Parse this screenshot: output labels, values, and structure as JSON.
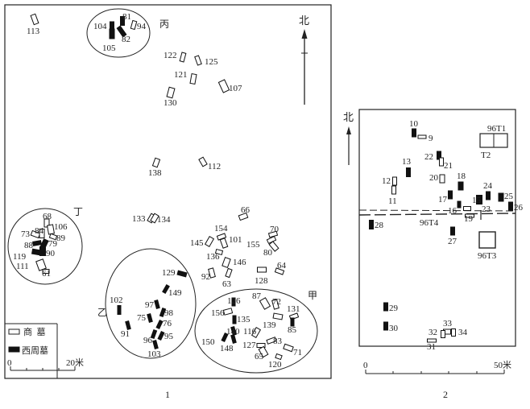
{
  "map1": {
    "caption": "1",
    "north_label": "北",
    "zones": {
      "bing": "丙",
      "ding": "丁",
      "yi": "乙",
      "jia": "甲"
    },
    "legend": {
      "shang": "商  墓",
      "zhou": "西周墓"
    },
    "scale": {
      "start": "0",
      "end": "20米"
    },
    "tombs": [
      {
        "id": "t113",
        "label": "113",
        "type": "shang"
      },
      {
        "id": "t81",
        "label": "81",
        "type": "zhou"
      },
      {
        "id": "t104",
        "label": "104",
        "type": "zhou"
      },
      {
        "id": "t94",
        "label": "94",
        "type": "shang"
      },
      {
        "id": "t82",
        "label": "82",
        "type": "zhou"
      },
      {
        "id": "t105",
        "label": "105",
        "type": "zhou"
      },
      {
        "id": "t122",
        "label": "122",
        "type": "shang"
      },
      {
        "id": "t125",
        "label": "125",
        "type": "shang"
      },
      {
        "id": "t121",
        "label": "121",
        "type": "shang"
      },
      {
        "id": "t107",
        "label": "107",
        "type": "shang"
      },
      {
        "id": "t130",
        "label": "130",
        "type": "shang"
      },
      {
        "id": "t138",
        "label": "138",
        "type": "shang"
      },
      {
        "id": "t112",
        "label": "112",
        "type": "shang"
      },
      {
        "id": "t133",
        "label": "133",
        "type": "shang"
      },
      {
        "id": "t134",
        "label": "134",
        "type": "shang"
      },
      {
        "id": "t66",
        "label": "66",
        "type": "shang"
      },
      {
        "id": "t68",
        "label": "68",
        "type": "shang"
      },
      {
        "id": "t73",
        "label": "73",
        "type": "shang"
      },
      {
        "id": "t84",
        "label": "84",
        "type": "shang"
      },
      {
        "id": "t106",
        "label": "106",
        "type": "shang"
      },
      {
        "id": "t89",
        "label": "89",
        "type": "shang"
      },
      {
        "id": "t88",
        "label": "88",
        "type": "zhou"
      },
      {
        "id": "t79",
        "label": "79",
        "type": "zhou"
      },
      {
        "id": "t119",
        "label": "119",
        "type": "zhou"
      },
      {
        "id": "t90",
        "label": "90",
        "type": "zhou"
      },
      {
        "id": "t111",
        "label": "111",
        "type": "shang"
      },
      {
        "id": "t61",
        "label": "61",
        "type": "shang"
      },
      {
        "id": "t154",
        "label": "154",
        "type": "shang"
      },
      {
        "id": "t70",
        "label": "70",
        "type": "shang"
      },
      {
        "id": "t145",
        "label": "145",
        "type": "shang"
      },
      {
        "id": "t101",
        "label": "101",
        "type": "shang"
      },
      {
        "id": "t155",
        "label": "155",
        "type": "shang"
      },
      {
        "id": "t80",
        "label": "80",
        "type": "shang"
      },
      {
        "id": "t136",
        "label": "136",
        "type": "shang"
      },
      {
        "id": "t146",
        "label": "146",
        "type": "shang"
      },
      {
        "id": "t64",
        "label": "64",
        "type": "shang"
      },
      {
        "id": "t92",
        "label": "92",
        "type": "shang"
      },
      {
        "id": "t63",
        "label": "63",
        "type": "shang"
      },
      {
        "id": "t128",
        "label": "128",
        "type": "shang"
      },
      {
        "id": "t129",
        "label": "129",
        "type": "zhou"
      },
      {
        "id": "t149",
        "label": "149",
        "type": "zhou"
      },
      {
        "id": "t102",
        "label": "102",
        "type": "zhou"
      },
      {
        "id": "t97",
        "label": "97",
        "type": "zhou"
      },
      {
        "id": "t98",
        "label": "98",
        "type": "zhou"
      },
      {
        "id": "t75",
        "label": "75",
        "type": "zhou"
      },
      {
        "id": "t76",
        "label": "76",
        "type": "zhou"
      },
      {
        "id": "t91",
        "label": "91",
        "type": "zhou"
      },
      {
        "id": "t96",
        "label": "96",
        "type": "zhou"
      },
      {
        "id": "t95",
        "label": "95",
        "type": "zhou"
      },
      {
        "id": "t103",
        "label": "103",
        "type": "zhou"
      },
      {
        "id": "t126",
        "label": "126",
        "type": "zhou"
      },
      {
        "id": "t87",
        "label": "87",
        "type": "shang"
      },
      {
        "id": "t72",
        "label": "72",
        "type": "shang"
      },
      {
        "id": "t156",
        "label": "156",
        "type": "shang"
      },
      {
        "id": "t131",
        "label": "131",
        "type": "shang"
      },
      {
        "id": "t135",
        "label": "135",
        "type": "zhou"
      },
      {
        "id": "t139",
        "label": "139",
        "type": "shang"
      },
      {
        "id": "t85",
        "label": "85",
        "type": "zhou"
      },
      {
        "id": "t140",
        "label": "140",
        "type": "zhou"
      },
      {
        "id": "t116",
        "label": "116",
        "type": "shang"
      },
      {
        "id": "t150",
        "label": "150",
        "type": "zhou"
      },
      {
        "id": "t148",
        "label": "148",
        "type": "zhou"
      },
      {
        "id": "t127",
        "label": "127",
        "type": "shang"
      },
      {
        "id": "t83",
        "label": "83",
        "type": "shang"
      },
      {
        "id": "t71",
        "label": "71",
        "type": "shang"
      },
      {
        "id": "t65",
        "label": "65",
        "type": "shang"
      },
      {
        "id": "t120",
        "label": "120",
        "type": "shang"
      }
    ]
  },
  "map2": {
    "caption": "2",
    "north_label": "北",
    "scale": {
      "start": "0",
      "end": "50米"
    },
    "trenches": [
      {
        "id": "tr1",
        "label": "96T1"
      },
      {
        "id": "tr2",
        "label": "T2"
      },
      {
        "id": "tr3",
        "label": "96T3"
      },
      {
        "id": "tr4",
        "label": "96T4"
      }
    ],
    "tombs": [
      {
        "id": "m10",
        "label": "10",
        "type": "zhou"
      },
      {
        "id": "m9",
        "label": "9",
        "type": "shang"
      },
      {
        "id": "m22",
        "label": "22",
        "type": "zhou"
      },
      {
        "id": "m21",
        "label": "21",
        "type": "shang"
      },
      {
        "id": "m13",
        "label": "13",
        "type": "zhou"
      },
      {
        "id": "m12",
        "label": "12",
        "type": "shang"
      },
      {
        "id": "m11",
        "label": "11",
        "type": "shang"
      },
      {
        "id": "m20",
        "label": "20",
        "type": "shang"
      },
      {
        "id": "m18",
        "label": "18",
        "type": "zhou"
      },
      {
        "id": "m17",
        "label": "17",
        "type": "zhou"
      },
      {
        "id": "m24",
        "label": "24",
        "type": "zhou"
      },
      {
        "id": "m15",
        "label": "15",
        "type": "zhou"
      },
      {
        "id": "m25",
        "label": "25",
        "type": "zhou"
      },
      {
        "id": "m26",
        "label": "26",
        "type": "zhou"
      },
      {
        "id": "m16",
        "label": "16",
        "type": "zhou"
      },
      {
        "id": "m23",
        "label": "23",
        "type": "shang"
      },
      {
        "id": "m19",
        "label": "19",
        "type": "shang"
      },
      {
        "id": "m28",
        "label": "28",
        "type": "zhou"
      },
      {
        "id": "m27",
        "label": "27",
        "type": "zhou"
      },
      {
        "id": "m29",
        "label": "29",
        "type": "zhou"
      },
      {
        "id": "m30",
        "label": "30",
        "type": "zhou"
      },
      {
        "id": "m33",
        "label": "33",
        "type": "shang"
      },
      {
        "id": "m32",
        "label": "32",
        "type": "shang"
      },
      {
        "id": "m34",
        "label": "34",
        "type": "shang"
      },
      {
        "id": "m31",
        "label": "31",
        "type": "shang"
      }
    ]
  }
}
